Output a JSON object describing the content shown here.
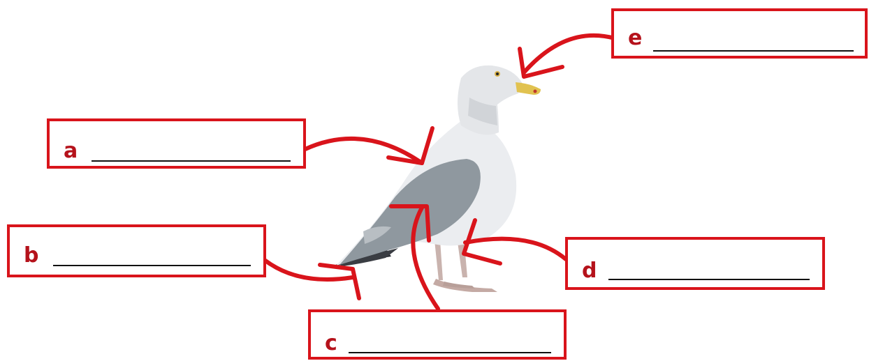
{
  "diagram": {
    "labels": [
      {
        "letter": "a",
        "answer": ""
      },
      {
        "letter": "b",
        "answer": ""
      },
      {
        "letter": "c",
        "answer": ""
      },
      {
        "letter": "d",
        "answer": ""
      },
      {
        "letter": "e",
        "answer": ""
      }
    ]
  },
  "colors": {
    "accent": "#d9141b",
    "letter": "#b5121b",
    "line": "#111111"
  }
}
